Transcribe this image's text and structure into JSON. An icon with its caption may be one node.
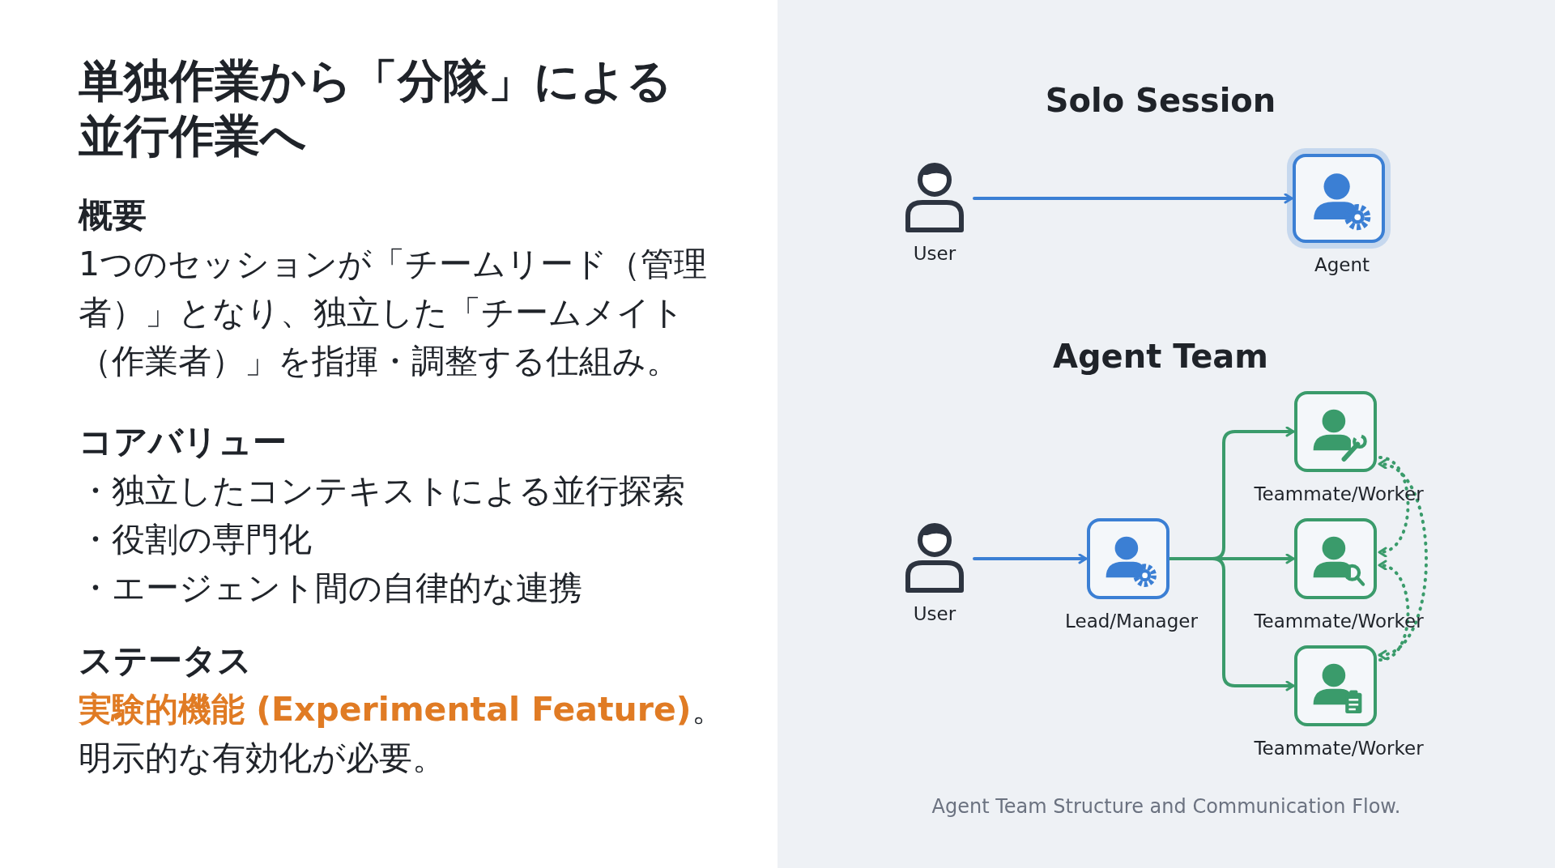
{
  "diagram": {
    "title": "単独作業から「分隊」による並行作業へ",
    "caption": "Agent Team Structure and Communication Flow.",
    "nodes": [
      {
        "text": [
          "User"
        ]
      },
      {
        "text": [
          "Agent"
        ]
      },
      {
        "text": [
          "User"
        ]
      },
      {
        "text": [
          "Lead/Manager"
        ]
      },
      {
        "text": [
          "Teammate/Worker"
        ]
      },
      {
        "text": [
          "Teammate/Worker"
        ]
      },
      {
        "text": [
          "Teammate/Worker"
        ]
      }
    ],
    "edges": [
      {
        "from": 0,
        "to": 1,
        "arrow": "to",
        "color": "#3b7fd4"
      },
      {
        "from": 2,
        "to": 3,
        "arrow": "to",
        "color": "#3b7fd4"
      },
      {
        "from": 3,
        "to": 4,
        "arrow": "to"
      },
      {
        "from": 3,
        "to": 5,
        "arrow": "to"
      },
      {
        "from": 3,
        "to": 6,
        "arrow": "to"
      },
      {
        "from": 4,
        "to": 5,
        "arrow": "to",
        "style": "dashed"
      },
      {
        "from": 6,
        "to": 5,
        "arrow": "to",
        "style": "dashed"
      },
      {
        "from": 6,
        "to": 4,
        "arrow": "both",
        "style": "dashed"
      }
    ],
    "labels": [
      "概要",
      "1つのセッションが「チームリード（管理者）」となり、独立した「チームメイト（作業者）」を指揮・調整する仕組み。",
      "コアバリュー",
      "・独立したコンテキストによる並行探索",
      "・役割の専門化",
      "・エージェント間の自律的な連携",
      "ステータス",
      "実験的機能 (Experimental Feature)",
      "。",
      "明示的な有効化が必要。",
      "Solo Session",
      "Agent Team"
    ]
  }
}
